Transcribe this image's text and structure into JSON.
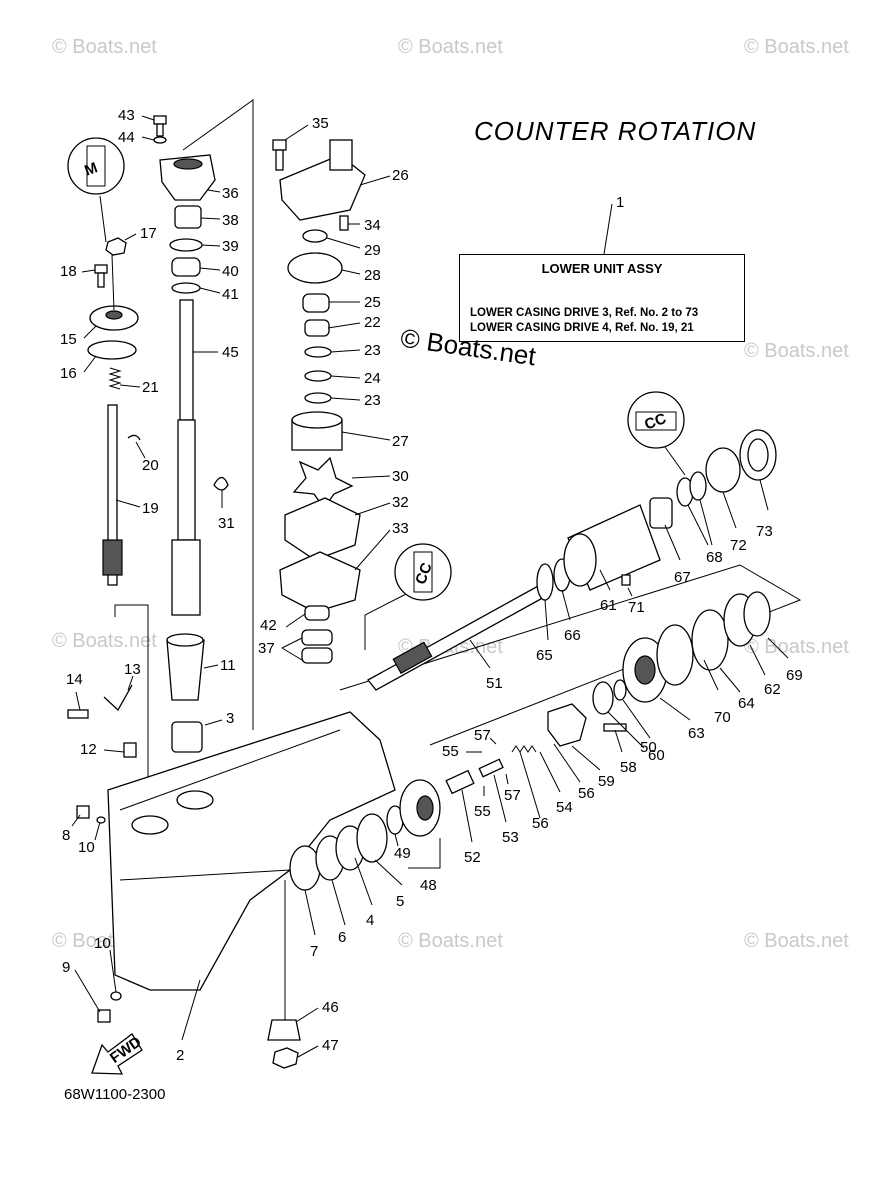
{
  "title": "COUNTER ROTATION",
  "assembly_box": {
    "header": "LOWER UNIT ASSY",
    "line1": "LOWER CASING DRIVE 3, Ref. No. 2 to 73",
    "line2": "LOWER CASING DRIVE 4, Ref. No. 19, 21"
  },
  "diagram_code": "68W1100-2300",
  "watermark": "© Boats.net",
  "watermark_center": "© Boats.net",
  "fwd_label": "FWD",
  "marker_labels": {
    "cc": "CC",
    "m": "M"
  },
  "part_numbers": [
    "1",
    "2",
    "3",
    "4",
    "5",
    "6",
    "7",
    "8",
    "9",
    "10",
    "10",
    "11",
    "12",
    "13",
    "14",
    "15",
    "16",
    "17",
    "18",
    "19",
    "20",
    "21",
    "22",
    "23",
    "23",
    "24",
    "25",
    "26",
    "27",
    "28",
    "29",
    "30",
    "31",
    "32",
    "33",
    "34",
    "35",
    "36",
    "37",
    "38",
    "39",
    "40",
    "41",
    "42",
    "43",
    "44",
    "45",
    "46",
    "47",
    "48",
    "49",
    "50",
    "51",
    "52",
    "53",
    "54",
    "55",
    "55",
    "56",
    "56",
    "57",
    "57",
    "58",
    "59",
    "60",
    "61",
    "62",
    "63",
    "64",
    "65",
    "66",
    "67",
    "68",
    "69",
    "70",
    "71",
    "72",
    "73"
  ]
}
